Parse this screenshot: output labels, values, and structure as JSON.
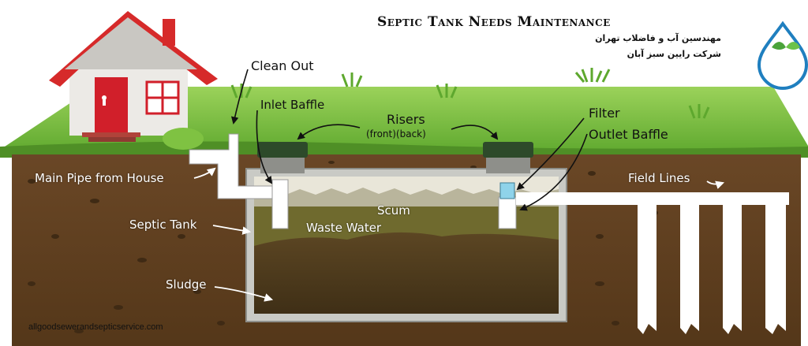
{
  "title": "Septic Tank Needs Maintenance",
  "logo": {
    "line1": "مهندسین آب و فاضلاب تهران",
    "line2": "شرکت رایین سبز آبان"
  },
  "labels": {
    "clean_out": "Clean Out",
    "inlet_baffle": "Inlet Baffle",
    "risers": "Risers",
    "risers_sub": "(front)(back)",
    "filter": "Filter",
    "outlet_baffle": "Outlet Baffle",
    "main_pipe": "Main Pipe from House",
    "field_lines": "Field Lines",
    "scum": "Scum",
    "septic_tank": "Septic Tank",
    "waste_water": "Waste Water",
    "sludge": "Sludge"
  },
  "source": "allgoodsewerandsepticservice.com",
  "colors": {
    "grass": "#7fc242",
    "soil": "#6b4a2a",
    "sludge": "#4e3b1f",
    "waste_water": "#6f6a2e",
    "scum": "#b9b59c",
    "pipe": "#ffffff",
    "riser": "#2d4a2a",
    "house_roof": "#d62a2a",
    "door": "#d11f2a"
  }
}
